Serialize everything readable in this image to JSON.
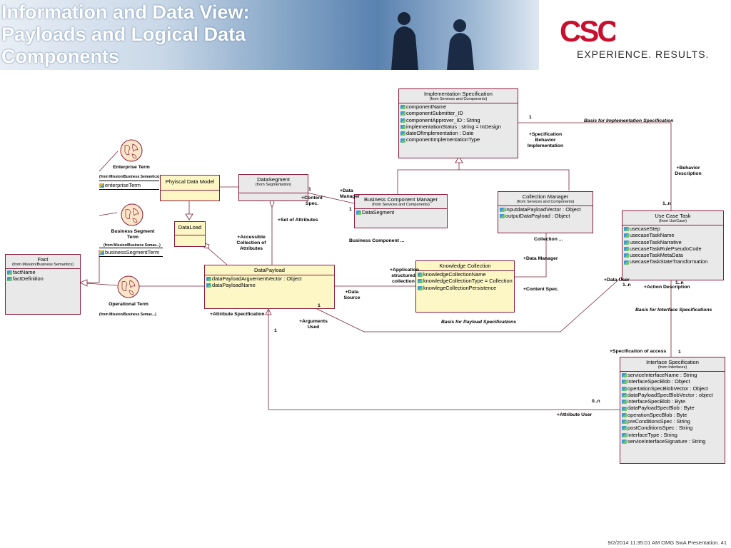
{
  "header": {
    "title_lines": [
      "Information and Data View:",
      "Payloads and Logical Data",
      "Components"
    ],
    "logo_text": "CSC",
    "tagline": "EXPERIENCE. RESULTS."
  },
  "colors": {
    "accent": "#c8102e",
    "box_border": "#8a1c3c",
    "box_gray": "#e9e9e9",
    "box_yellow": "#fdf7c6"
  },
  "classes": {
    "impl_spec": {
      "name": "Implementation Specification",
      "from": "(from Services and Components)",
      "attrs": [
        "componentName",
        "componentSubmitter_ID",
        "componentApprover_ID : String",
        "implementationStatus : string = InDesign",
        "dateOfImplementation : Date",
        "componentImplementationType"
      ]
    },
    "physical_model": {
      "name": "Phyiscal Data Model"
    },
    "data_segment": {
      "name": "DataSegment",
      "from": "(from Segmentation)"
    },
    "bcm": {
      "name": "Business Component Manager",
      "from": "(from Services and Components)",
      "attrs": [
        "DataSegment"
      ]
    },
    "collection_mgr": {
      "name": "Collection Manager",
      "from": "(from Services and Components)",
      "attrs": [
        "inputdataPayloadVector : Object",
        "outputDataPayload : Object"
      ]
    },
    "use_case": {
      "name": "Use Case Task",
      "from": "(from UseCase)",
      "attrs": [
        "usecaseStep",
        "usecaseTaskName",
        "usecaseTaskNarrative",
        "usecaseTaskRulePseudoCode",
        "usecaseTaskMetaData",
        "usecaseTaskStateTransformation"
      ]
    },
    "data_load": {
      "name": "DataLoad"
    },
    "fact": {
      "name": "Fact",
      "from": "(from Mission/Business Semantics)",
      "attrs": [
        "factName",
        "factDefinition"
      ]
    },
    "payload": {
      "name": "DataPayload",
      "attrs": [
        "dataPayloadArguementVector : Object",
        "dataPayloadName"
      ]
    },
    "knowledge": {
      "name": "Knowledge Collection",
      "attrs": [
        "knowledgeCollectionName",
        "knowledgeCollectionType = Collection",
        "knowlegeCollectionPersistence"
      ]
    },
    "interface_spec": {
      "name": "Interface Specification",
      "from": "(from Interfaces)",
      "attrs": [
        "serviceInterfaceName : String",
        "interfaceSpecBlob : Object",
        "opertationSpecBlobVector : Object",
        "dataPayloadSpecBlobVector : object",
        "interfaceSpecBlob : Byte",
        "dataPayloadSpecBlob : Byte",
        "operationSpecBlob : Byte",
        "preConditionsSpec : String",
        "postConditionsSpec : String",
        "interfaceType : String",
        "serviceInterfaceSignature : String"
      ]
    }
  },
  "terms": {
    "enterprise": {
      "label": "Enterprise Term",
      "from": "(from Mission/Business Semantics)",
      "attr": "enterpriseTerm"
    },
    "business_segment": {
      "label": "Business Segment Term",
      "from": "(from Mission/Business Semas...)",
      "attr": "businessSegmentTerm"
    },
    "operational": {
      "label": "Operational Term",
      "from": "(from Mission/Business Semas...)"
    }
  },
  "labels": {
    "basis_impl": "Basis for Implementation Specification",
    "spec_behavior": "+Specification Behavior Implementation",
    "behavior_desc": "+Behavior Description",
    "data_manager_top": "+Data Manager",
    "content_spec_top": "+Content Spec.",
    "set_of_attributes": "+Set of Attributes",
    "accessible": "+Accessible Collection of Attributes",
    "business_component": "Business Component ...",
    "collection_dots": "Collection ...",
    "data_manager_mid": "+Data Manager",
    "app_structured": "+Application structured collection",
    "data_source": "+Data Source",
    "content_spec_mid": "+Content Spec.",
    "data_user": "+Data User",
    "action_desc": "+Action Description",
    "basis_interface": "Basis for Interface Specifications",
    "attribute_spec": "+Attribute Specification",
    "arguments_used": "+Arguments Used",
    "basis_payload": "Basis for Payload Specifications",
    "spec_of_access": "+Specification of access",
    "attribute_user": "+Attribute User",
    "m_1": "1",
    "m_1n": "1..n",
    "m_0n": "0..n"
  },
  "footer": {
    "text": "9/2/2014 11:35:01 AM OMG SwA Presentation. 41"
  }
}
